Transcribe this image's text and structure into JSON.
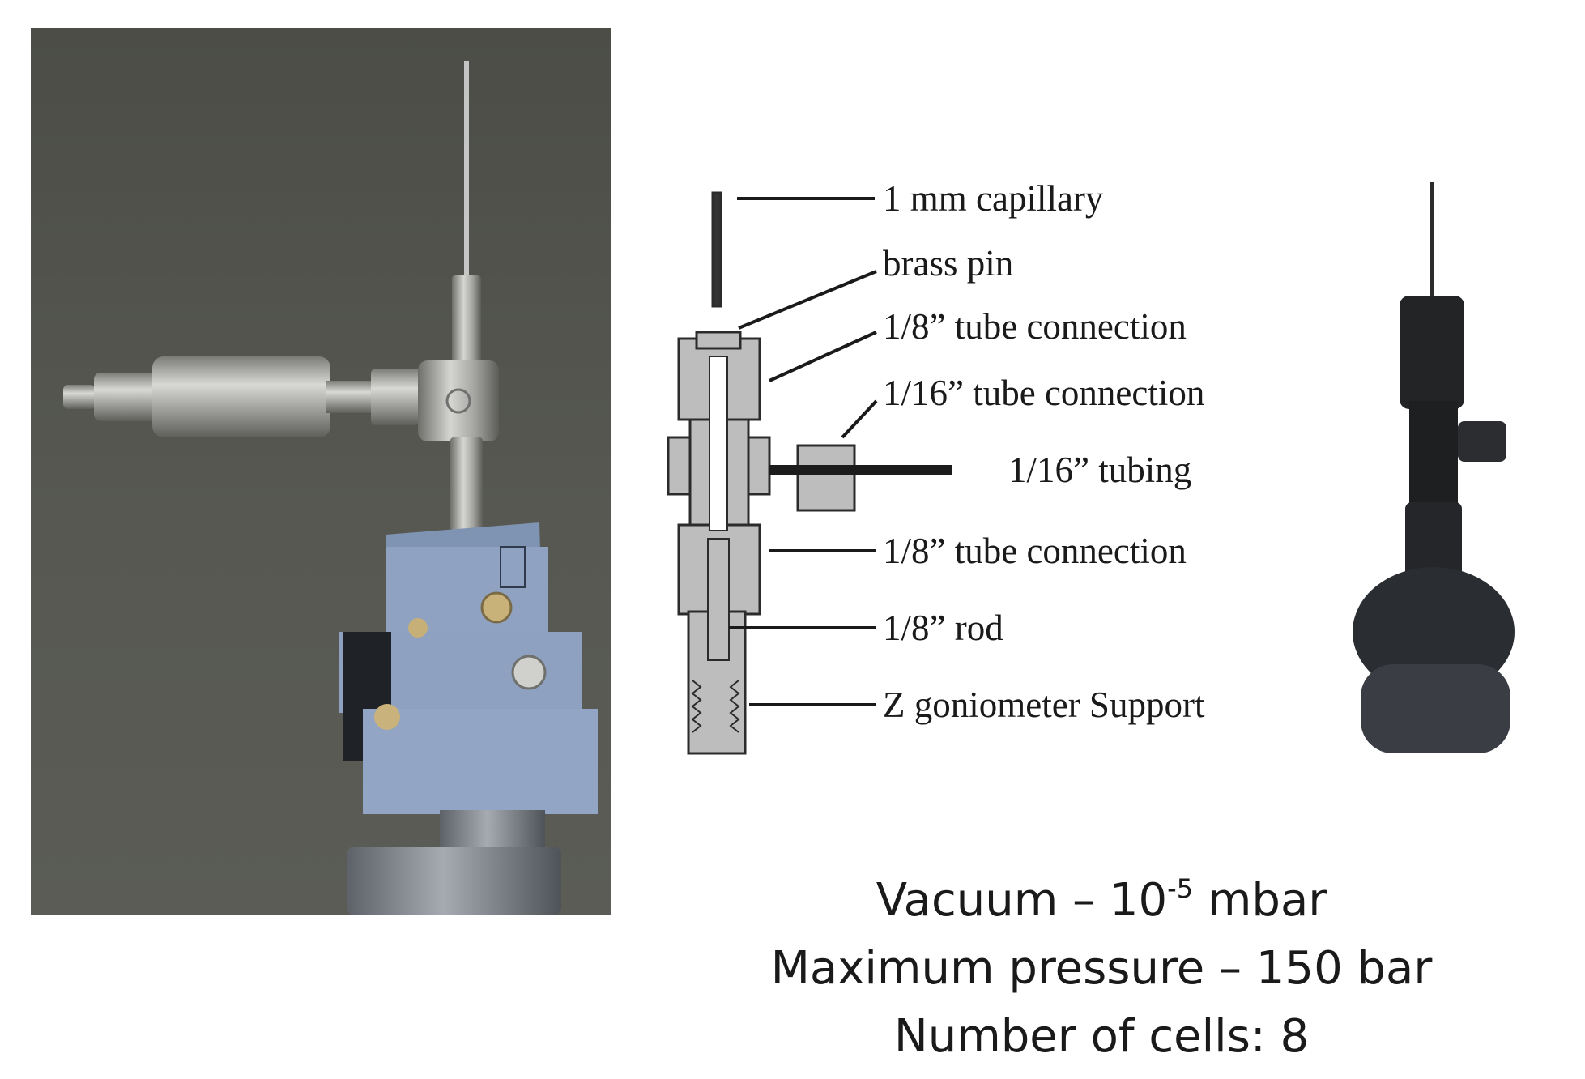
{
  "diagram": {
    "labels": [
      {
        "id": "capillary",
        "text": "1 mm capillary"
      },
      {
        "id": "brass-pin",
        "text": "brass pin"
      },
      {
        "id": "tube-connection-top",
        "text": "1/8” tube connection"
      },
      {
        "id": "tube-connection-side",
        "text": "1/16” tube connection"
      },
      {
        "id": "tubing",
        "text": "1/16” tubing"
      },
      {
        "id": "tube-connection-bottom",
        "text": "1/8” tube connection"
      },
      {
        "id": "rod",
        "text": "1/8” rod"
      },
      {
        "id": "goniometer-support",
        "text": "Z goniometer Support"
      }
    ]
  },
  "specs": {
    "vacuum_label": "Vacuum – 10",
    "vacuum_exponent": "-5",
    "vacuum_unit": " mbar",
    "pressure": "Maximum pressure – 150 bar",
    "cells": "Number of cells: 8"
  },
  "colors": {
    "photo_background": "#555650",
    "steel": "#b9bab6",
    "goniometer_blue": "#8fa2c2",
    "diagram_fill": "#bdbdbd",
    "black_cell": "#222426"
  }
}
